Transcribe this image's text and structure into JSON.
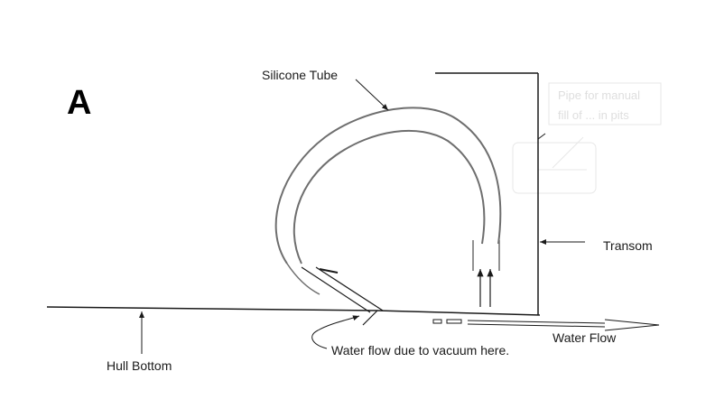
{
  "panel_letter": "A",
  "labels": {
    "silicone_tube": "Silicone Tube",
    "transom": "Transom",
    "hull_bottom": "Hull Bottom",
    "water_flow_vacuum": "Water flow due to vacuum here.",
    "water_flow": "Water Flow",
    "faint_note_line1": "Pipe for manual",
    "faint_note_line2": "fill of ... in pits"
  },
  "colors": {
    "ink": "#1a1a1a",
    "tube": "#6e6e6e",
    "faint": "#c9c9c9"
  }
}
